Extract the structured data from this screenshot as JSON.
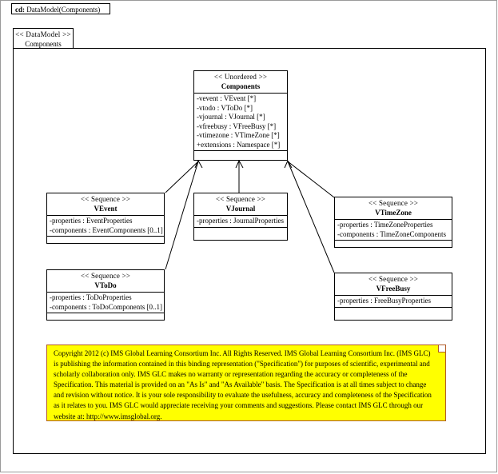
{
  "window": {
    "tab": {
      "prefix": "cd:",
      "label": "DataModel(Components)"
    }
  },
  "package": {
    "stereotype": "<< DataModel >>",
    "name": "Components"
  },
  "classes": [
    {
      "id": "components",
      "stereotype": "<< Unordered >>",
      "name": "Components",
      "attributes": [
        "-vevent : VEvent [*]",
        "-vtodo : VToDo [*]",
        "-vjournal : VJournal [*]",
        "-vfreebusy : VFreeBusy [*]",
        "-vtimezone : VTimeZone [*]",
        "+extensions : Namespace [*]"
      ],
      "operations": []
    },
    {
      "id": "vevent",
      "stereotype": "<< Sequence >>",
      "name": "VEvent",
      "attributes": [
        "-properties : EventProperties",
        "-components : EventComponents [0..1]"
      ],
      "operations": []
    },
    {
      "id": "vjournal",
      "stereotype": "<< Sequence >>",
      "name": "VJournal",
      "attributes": [
        "-properties : JournalProperties"
      ],
      "operations": []
    },
    {
      "id": "vtimezone",
      "stereotype": "<< Sequence >>",
      "name": "VTimeZone",
      "attributes": [
        "-properties : TimeZoneProperties",
        "-components : TimeZoneComponents"
      ],
      "operations": []
    },
    {
      "id": "vtodo",
      "stereotype": "<< Sequence >>",
      "name": "VToDo",
      "attributes": [
        "-properties : ToDoProperties",
        "-components : ToDoComponents [0..1]"
      ],
      "operations": []
    },
    {
      "id": "vfreebusy",
      "stereotype": "<< Sequence >>",
      "name": "VFreeBusy",
      "attributes": [
        "-properties : FreeBusyProperties"
      ],
      "operations": []
    }
  ],
  "copyright": {
    "lines": [
      "Copyright 2012 (c) IMS Global Learning Consortium Inc.  All Rights Reserved.  IMS Global Learning Consortium Inc. (IMS GLC)",
      "is publishing the information contained in this binding representation (\"Specification\") for purposes of scientific, experimental and",
      "scholarly collaboration only.  IMS GLC makes no warranty or representation regarding the accuracy or completeness of the",
      "Specification.  This material is provided on an \"As Is\" and \"As Available\" basis.  The Specification is at all times subject to change",
      "and revision without notice.  It is your sole responsibility to evaluate the usefulness, accuracy and completeness of the Specification",
      "as it relates to you.  IMS GLC would appreciate receiving your comments and suggestions.  Please contact IMS GLC through our",
      "website at: http://www.imsglobal.org."
    ]
  },
  "colors": {
    "note_fill": "#ffff00",
    "note_border": "#b05a28",
    "line": "#000000",
    "frame": "#9a9a9a"
  }
}
